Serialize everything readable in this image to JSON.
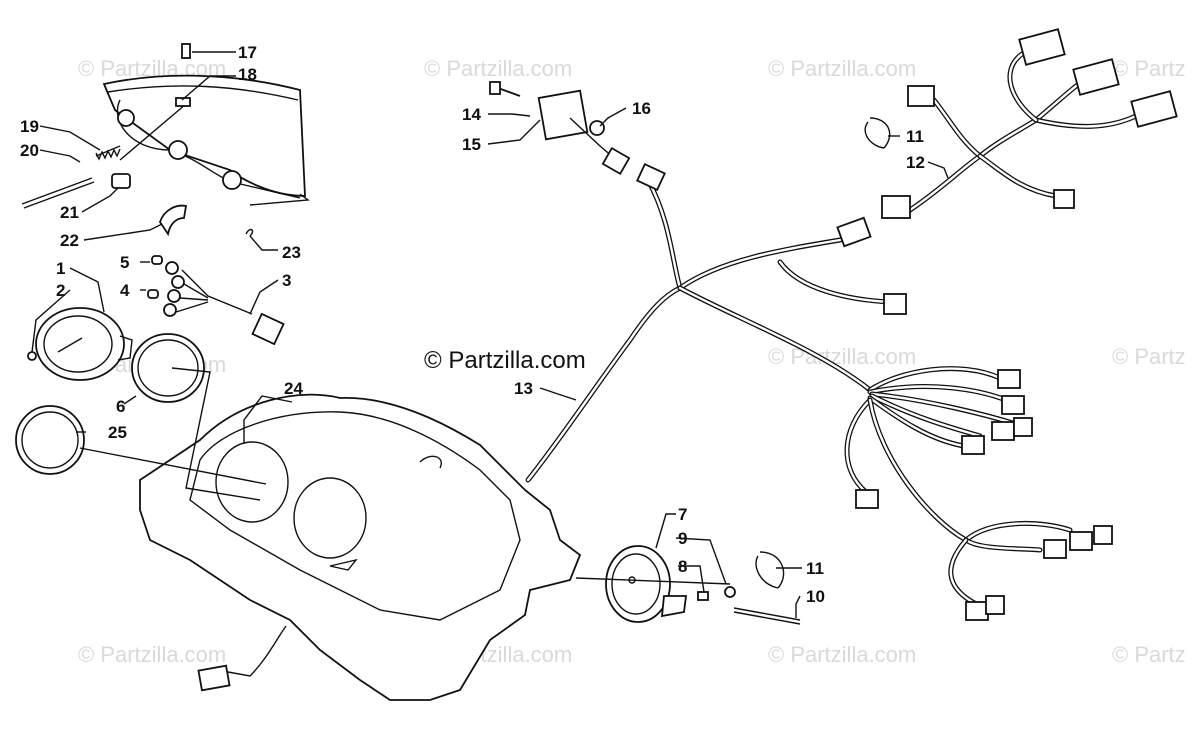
{
  "watermarks": {
    "small": "© Partzilla.com",
    "partial": "© Partz",
    "center": "© Partzilla.com"
  },
  "callouts": [
    {
      "label": "17"
    },
    {
      "label": "18"
    },
    {
      "label": "19"
    },
    {
      "label": "20"
    },
    {
      "label": "21"
    },
    {
      "label": "22"
    },
    {
      "label": "23"
    },
    {
      "label": "5"
    },
    {
      "label": "4"
    },
    {
      "label": "1"
    },
    {
      "label": "2"
    },
    {
      "label": "3"
    },
    {
      "label": "6"
    },
    {
      "label": "25"
    },
    {
      "label": "24"
    },
    {
      "label": "14"
    },
    {
      "label": "15"
    },
    {
      "label": "16"
    },
    {
      "label": "13"
    },
    {
      "label": "11"
    },
    {
      "label": "12"
    },
    {
      "label": "7"
    },
    {
      "label": "9"
    },
    {
      "label": "8"
    },
    {
      "label": "11"
    },
    {
      "label": "10"
    }
  ]
}
